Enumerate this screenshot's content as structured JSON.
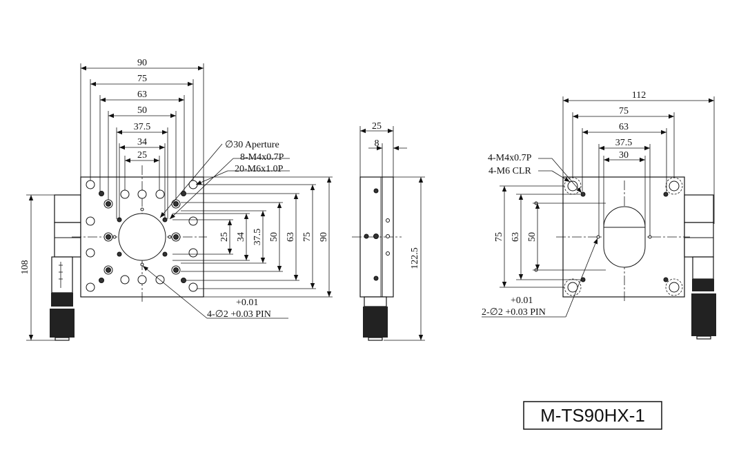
{
  "front_view": {
    "width_dims": [
      "90",
      "75",
      "63",
      "50",
      "37.5",
      "34",
      "25"
    ],
    "height_dims": [
      "25",
      "34",
      "37.5",
      "50",
      "63",
      "75",
      "90"
    ],
    "overall_height": "108",
    "callout_aperture": "∅30 Aperture",
    "callout_m4": "8-M4x0.7P",
    "callout_m6": "20-M6x1.0P",
    "callout_pin_tol": "+0.01",
    "callout_pin": "4-∅2 +0.03 PIN"
  },
  "side_view": {
    "width_dims": [
      "25",
      "8"
    ],
    "overall_height": "122.5"
  },
  "rear_view": {
    "width_dims": [
      "112",
      "75",
      "63",
      "37.5",
      "30"
    ],
    "height_dims": [
      "75",
      "63",
      "50"
    ],
    "callout_m4": "4-M4x0.7P",
    "callout_m6": "4-M6 CLR",
    "callout_pin_tol": "+0.01",
    "callout_pin": "2-∅2 +0.03 PIN"
  },
  "model_code": "M-TS90HX-1"
}
